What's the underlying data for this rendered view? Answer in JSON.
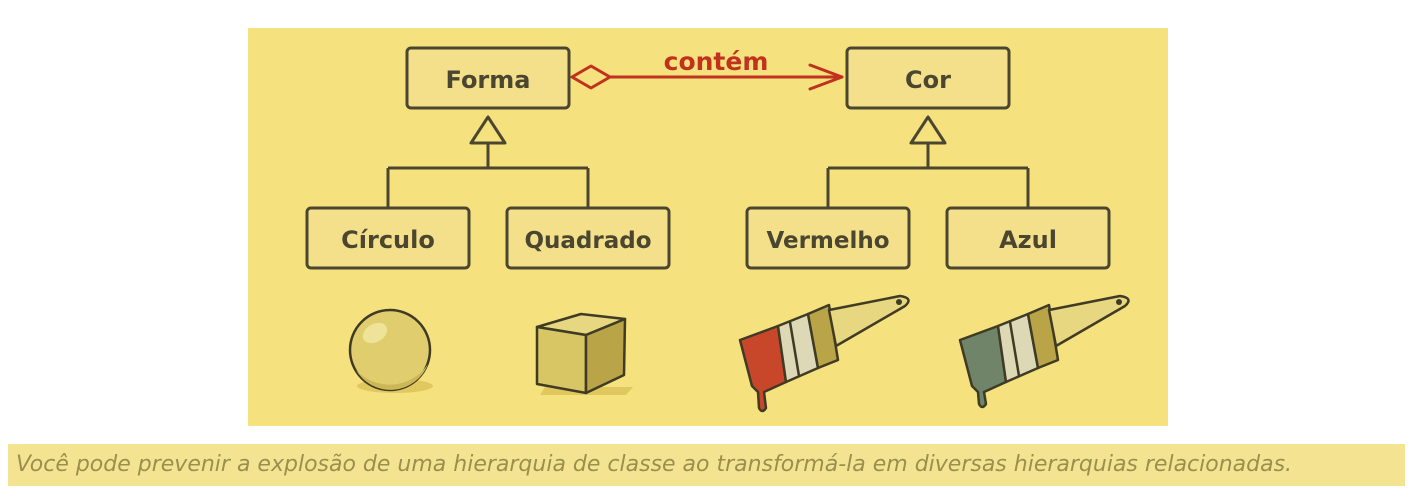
{
  "diagram": {
    "classes": {
      "forma": "Forma",
      "cor": "Cor",
      "circulo": "Círculo",
      "quadrado": "Quadrado",
      "vermelho": "Vermelho",
      "azul": "Azul"
    },
    "relation_label": "contém"
  },
  "caption": "Você pode prevenir a explosão de uma hierarquia de classe ao transformá-la em diversas hierarquias relacionadas.",
  "colors": {
    "panel": "#f5e27e",
    "box_fill": "#f4e08a",
    "box_stroke": "#4a4630",
    "relation": "#c0311e",
    "caption_bg": "#f4e491",
    "caption_text": "#9c8f4e",
    "paint_red": "#c8472b",
    "paint_green": "#6f8468"
  }
}
